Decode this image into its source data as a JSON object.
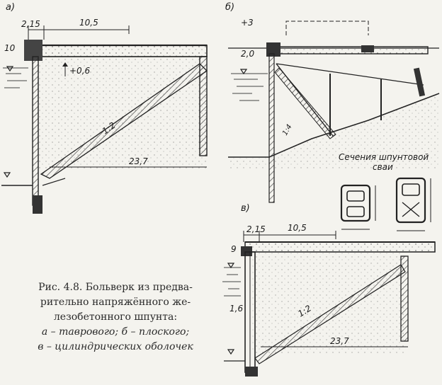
{
  "panels": {
    "a": {
      "label": "а)",
      "dims": {
        "d1": "2,15",
        "d2": "10,5",
        "d3": "+0,6",
        "d4": "23,7",
        "level": "10",
        "slope": "1:2"
      }
    },
    "b": {
      "label": "б)",
      "dims": {
        "top": "+3",
        "level": "2,0",
        "slope": "1:4"
      },
      "section_title_1": "Сечения шпунтовой",
      "section_title_2": "сваи"
    },
    "c": {
      "label": "в)",
      "dims": {
        "d1": "2,15",
        "d2": "10,5",
        "level": "9",
        "left": "1,6",
        "d4": "23,7",
        "slope": "1:2"
      }
    }
  },
  "caption": {
    "line1": "Рис. 4.8. Больверк из предва-",
    "line2": "рительно напряжённого же-",
    "line3": "лезобетонного шпунта:",
    "line4": "а – таврового; б – плоского;",
    "line5": "в – цилиндрических оболочек"
  }
}
